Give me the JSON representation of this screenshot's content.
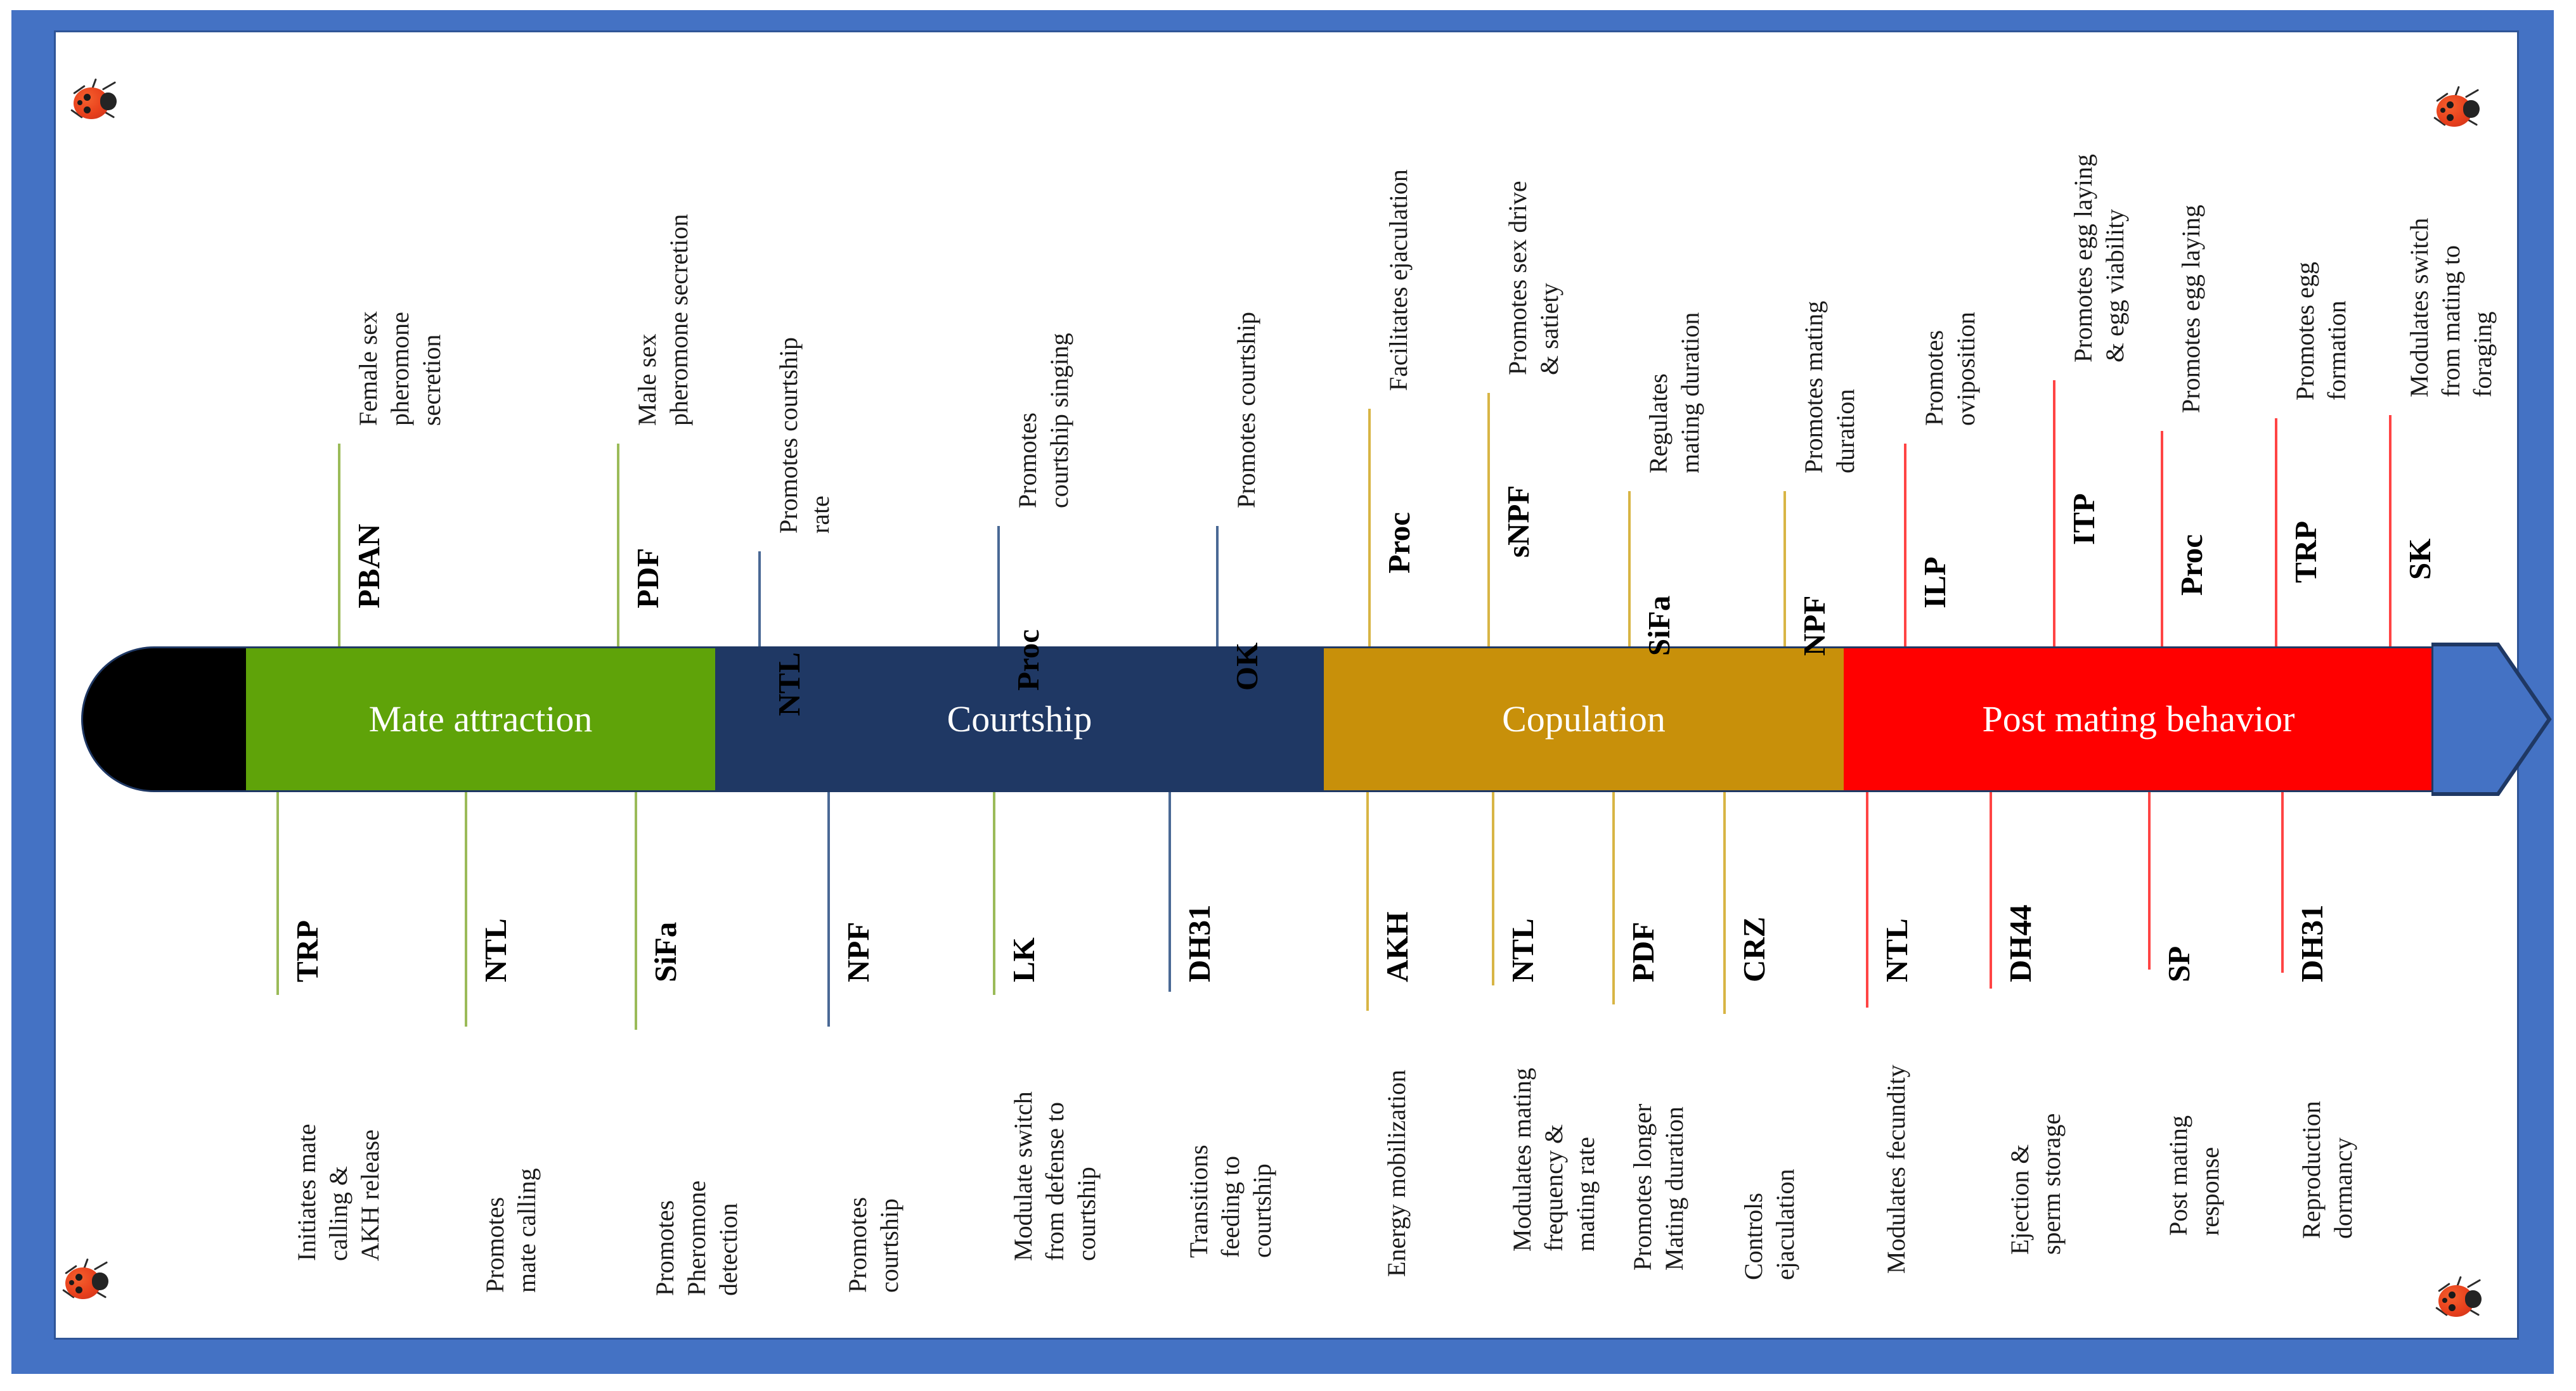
{
  "figure": {
    "frame_color": "#4472C4",
    "inner_border_color": "#2F5597",
    "decorations": [
      {
        "name": "ladybug-top-left"
      },
      {
        "name": "ladybug-top-right"
      },
      {
        "name": "ladybug-bottom-left"
      },
      {
        "name": "ladybug-bottom-right"
      }
    ]
  },
  "arrow": {
    "start_cap_color": "#000000",
    "head_color": "#4472C4",
    "head_border_color": "#1F3864",
    "segments": [
      {
        "label": "Mate attraction",
        "color": "#5FA309",
        "text_color": "#FFFFFF"
      },
      {
        "label": "Courtship",
        "color": "#1F3864",
        "text_color": "#FFFFFF"
      },
      {
        "label": "Copulation",
        "color": "#C8900A",
        "text_color": "#FFFFFF"
      },
      {
        "label": "Post mating behavior",
        "color": "#FF0000",
        "text_color": "#FFFFFF"
      }
    ]
  },
  "top_callouts": [
    {
      "code": "PBAN",
      "lines": [
        "Female sex",
        "pheromone",
        "secretion"
      ],
      "color": "#9BBB59",
      "stage": "Mate attraction"
    },
    {
      "code": "PDF",
      "lines": [
        "Male sex",
        "pheromone secretion"
      ],
      "color": "#9BBB59",
      "stage": "Mate attraction"
    },
    {
      "code": "NTL",
      "lines": [
        "Promotes courtship",
        "rate"
      ],
      "color": "#4A6995",
      "stage": "Courtship"
    },
    {
      "code": "Proc",
      "lines": [
        "Promotes",
        "courtship singing"
      ],
      "color": "#4A6995",
      "stage": "Courtship"
    },
    {
      "code": "OK",
      "lines": [
        "Promotes  courtship"
      ],
      "color": "#4A6995",
      "stage": "Courtship"
    },
    {
      "code": "Proc",
      "lines": [
        "Facilitates ejaculation"
      ],
      "color": "#D8B545",
      "stage": "Copulation"
    },
    {
      "code": "sNPF",
      "lines": [
        "Promotes sex drive",
        "& satiety"
      ],
      "color": "#D8B545",
      "stage": "Copulation"
    },
    {
      "code": "SiFa",
      "lines": [
        "Regulates",
        "mating duration"
      ],
      "color": "#D8B545",
      "stage": "Copulation"
    },
    {
      "code": "NPF",
      "lines": [
        "Promotes mating",
        "duration"
      ],
      "color": "#D8B545",
      "stage": "Copulation"
    },
    {
      "code": "ILP",
      "lines": [
        "Promotes",
        "oviposition"
      ],
      "color": "#FF4444",
      "stage": "Post mating behavior"
    },
    {
      "code": "ITP",
      "lines": [
        "Promotes egg laying",
        "& egg viability"
      ],
      "color": "#FF4444",
      "stage": "Post mating behavior"
    },
    {
      "code": "Proc",
      "lines": [
        "Promotes egg laying"
      ],
      "color": "#FF4444",
      "stage": "Post mating behavior"
    },
    {
      "code": "TRP",
      "lines": [
        "Promotes egg",
        "formation"
      ],
      "color": "#FF4444",
      "stage": "Post mating behavior"
    },
    {
      "code": "SK",
      "lines": [
        "Modulates switch",
        "from mating to",
        "foraging"
      ],
      "color": "#FF4444",
      "stage": "Post mating behavior"
    }
  ],
  "bottom_callouts": [
    {
      "code": "TRP",
      "lines": [
        "Initiates mate",
        "calling &",
        "AKH release"
      ],
      "color": "#9BBB59",
      "stage": "Mate attraction"
    },
    {
      "code": "NTL",
      "lines": [
        "Promotes",
        "mate calling"
      ],
      "color": "#9BBB59",
      "stage": "Mate attraction"
    },
    {
      "code": "SiFa",
      "lines": [
        "Promotes",
        "Pheromone",
        "detection"
      ],
      "color": "#9BBB59",
      "stage": "Mate attraction"
    },
    {
      "code": "NPF",
      "lines": [
        "Promotes",
        "courtship"
      ],
      "color": "#4A6995",
      "stage": "Courtship"
    },
    {
      "code": "LK",
      "lines": [
        "Modulate switch",
        "from defense to",
        "courtship"
      ],
      "color": "#9BBB59",
      "stage": "Courtship"
    },
    {
      "code": "DH31",
      "lines": [
        "Transitions",
        "feeding to",
        "courtship"
      ],
      "color": "#4A6995",
      "stage": "Courtship"
    },
    {
      "code": "AKH",
      "lines": [
        "Energy mobilization"
      ],
      "color": "#D8B545",
      "stage": "Copulation"
    },
    {
      "code": "NTL",
      "lines": [
        "Modulates mating",
        "frequency &",
        "mating rate"
      ],
      "color": "#D8B545",
      "stage": "Copulation"
    },
    {
      "code": "PDF",
      "lines": [
        "Promotes longer",
        "Mating duration"
      ],
      "color": "#D8B545",
      "stage": "Copulation"
    },
    {
      "code": "CRZ",
      "lines": [
        "Controls",
        "ejaculation"
      ],
      "color": "#D8B545",
      "stage": "Copulation"
    },
    {
      "code": "NTL",
      "lines": [
        "Modulates fecundity"
      ],
      "color": "#FF4444",
      "stage": "Post mating behavior"
    },
    {
      "code": "DH44",
      "lines": [
        "Ejection &",
        "sperm storage"
      ],
      "color": "#FF4444",
      "stage": "Post mating behavior"
    },
    {
      "code": "SP",
      "lines": [
        "Post mating",
        "response"
      ],
      "color": "#FF4444",
      "stage": "Post mating behavior"
    },
    {
      "code": "DH31",
      "lines": [
        "Reproduction",
        "dormancy"
      ],
      "color": "#FF4444",
      "stage": "Post mating behavior"
    }
  ]
}
